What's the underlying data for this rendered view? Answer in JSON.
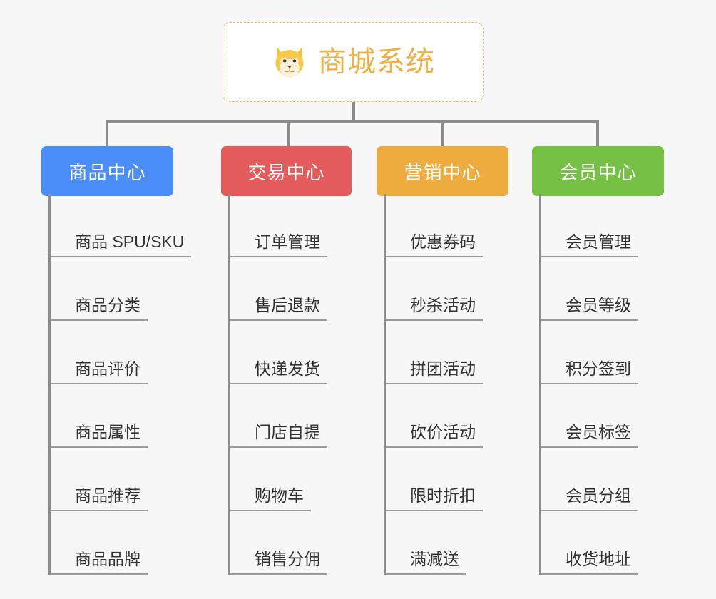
{
  "page": {
    "background_color": "#f7f7f7",
    "connector_color": "#8c8c8c",
    "leaf_text_color": "#333333",
    "leaf_underline_color": "#9a9a9a"
  },
  "root": {
    "title": "商城系统",
    "icon": "shiba-dog-icon",
    "text_color": "#f0b041",
    "border_color": "#f0b95a",
    "background_color": "#ffffff"
  },
  "branches": [
    {
      "title": "商品中心",
      "color": "#4b8df8",
      "items": [
        "商品 SPU/SKU",
        "商品分类",
        "商品评价",
        "商品属性",
        "商品推荐",
        "商品品牌"
      ]
    },
    {
      "title": "交易中心",
      "color": "#e35b5b",
      "items": [
        "订单管理",
        "售后退款",
        "快递发货",
        "门店自提",
        "购物车",
        "销售分佣"
      ]
    },
    {
      "title": "营销中心",
      "color": "#eeac3e",
      "items": [
        "优惠券码",
        "秒杀活动",
        "拼团活动",
        "砍价活动",
        "限时折扣",
        "满减送"
      ]
    },
    {
      "title": "会员中心",
      "color": "#76c045",
      "items": [
        "会员管理",
        "会员等级",
        "积分签到",
        "会员标签",
        "会员分组",
        "收货地址"
      ]
    }
  ]
}
